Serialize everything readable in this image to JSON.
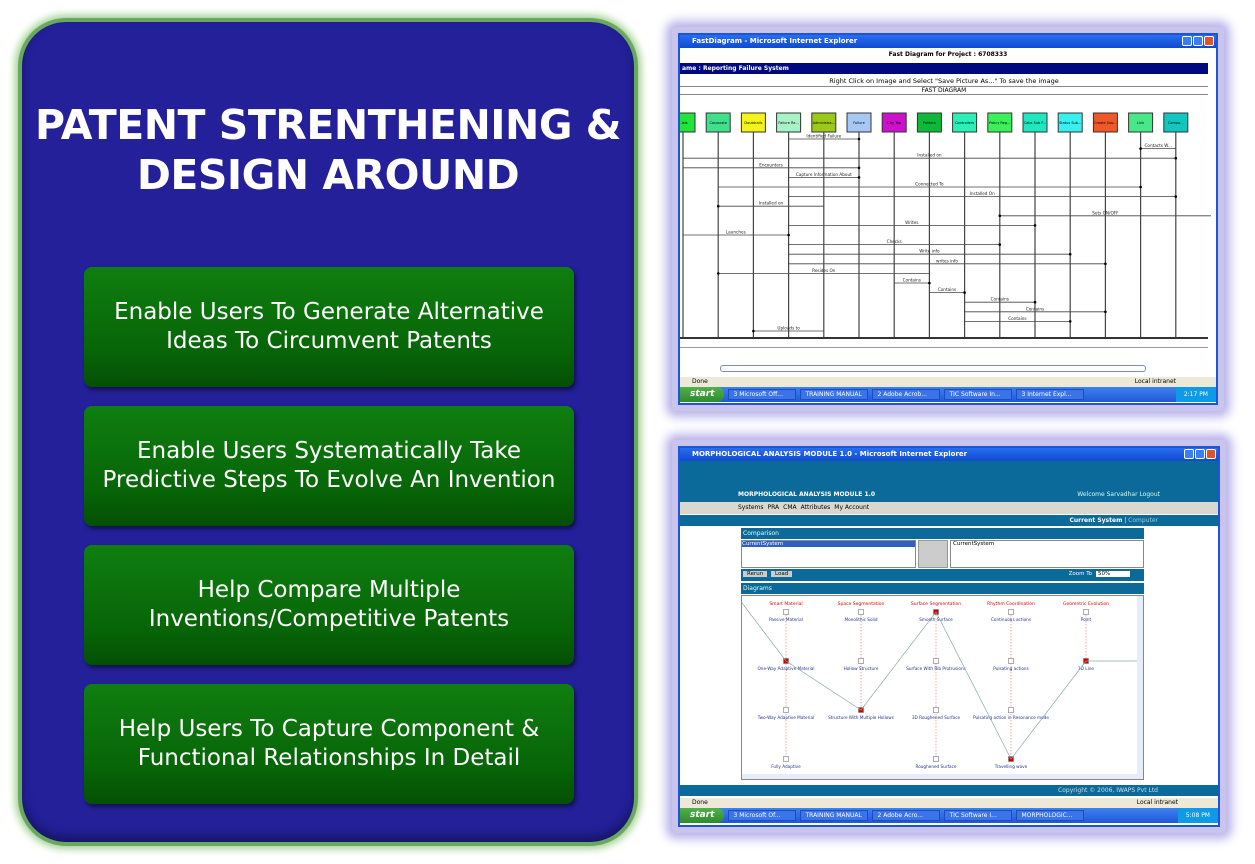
{
  "slide": {
    "title": "PATENT STRENTHENING & DESIGN AROUND",
    "points": [
      "Enable Users To Generate Alternative Ideas To Circumvent Patents",
      "Enable Users Systematically Take Predictive Steps To Evolve An Invention",
      "Help Compare Multiple Inventions/Competitive  Patents",
      "Help Users To Capture Component  & Functional Relationships In Detail"
    ]
  },
  "fast_window": {
    "title": "FastDiagram - Microsoft Internet Explorer",
    "project_heading": "Fast Diagram for Project : 6708333",
    "name_bar": "ame : Reporting Failure System",
    "hint": "Right Click on Image and Select \"Save Picture As...\" To save the image",
    "diagram_label": "FAST DIAGRAM",
    "components": [
      {
        "label": "...ials",
        "color": "#22e33a"
      },
      {
        "label": "Corporate",
        "color": "#3fe08a"
      },
      {
        "label": "Doubtrails",
        "color": "#f4f41a"
      },
      {
        "label": "Failure Re...",
        "color": "#a8f2c8"
      },
      {
        "label": "Administra...",
        "color": "#9cc81a"
      },
      {
        "label": "Failure",
        "color": "#a8c8f4"
      },
      {
        "label": "City Top",
        "color": "#cc10cc"
      },
      {
        "label": "Politers",
        "color": "#10b83a"
      },
      {
        "label": "Controllers",
        "color": "#2af0b8"
      },
      {
        "label": "Policy Reg...",
        "color": "#3cf05a"
      },
      {
        "label": "Cabs Sub F...",
        "color": "#1ee8c0"
      },
      {
        "label": "Status Sub...",
        "color": "#38f0f0"
      },
      {
        "label": "Create Sub...",
        "color": "#f0582a"
      },
      {
        "label": "Link",
        "color": "#48e888"
      },
      {
        "label": "Compo...",
        "color": "#10c8c0"
      }
    ],
    "messages": [
      {
        "label": "Identified Failure",
        "from": 3,
        "to": 5
      },
      {
        "label": "Contacts W...",
        "from": 14,
        "to": 13
      },
      {
        "label": "Installed on",
        "from": 0,
        "to": 14
      },
      {
        "label": "Encounters",
        "from": 0,
        "to": 5
      },
      {
        "label": "Capture Information About",
        "from": 3,
        "to": 5
      },
      {
        "label": "Connected To",
        "from": 1,
        "to": 13
      },
      {
        "label": "Installed On",
        "from": 3,
        "to": 14
      },
      {
        "label": "Installed on",
        "from": 4,
        "to": 1
      },
      {
        "label": "Sets ON/OFF",
        "from": 15,
        "to": 9
      },
      {
        "label": "Writes",
        "from": 3,
        "to": 10
      },
      {
        "label": "Launches",
        "from": 0,
        "to": 3
      },
      {
        "label": "Checks",
        "from": 3,
        "to": 9
      },
      {
        "label": "Write info",
        "from": 3,
        "to": 11
      },
      {
        "label": "writes info",
        "from": 3,
        "to": 12
      },
      {
        "label": "Resides On",
        "from": 7,
        "to": 1
      },
      {
        "label": "Contains",
        "from": 6,
        "to": 7
      },
      {
        "label": "Contains",
        "from": 7,
        "to": 8
      },
      {
        "label": "Contains",
        "from": 8,
        "to": 10
      },
      {
        "label": "Contains",
        "from": 8,
        "to": 12
      },
      {
        "label": "Contains",
        "from": 8,
        "to": 11
      },
      {
        "label": "Uploads to",
        "from": 4,
        "to": 2
      }
    ],
    "status_left": "Done",
    "status_right": "Local intranet",
    "taskbar": {
      "start": "start",
      "items": [
        "3 Microsoft Off...",
        "TRAINING MANUAL",
        "2 Adobe Acrob...",
        "TIC Software In...",
        "3 Internet Expl..."
      ],
      "clock": "2:17 PM"
    }
  },
  "morph_window": {
    "title": "MORPHOLOGICAL ANALYSIS MODULE 1.0 - Microsoft Internet Explorer",
    "app_name": "MORPHOLOGICAL ANALYSIS MODULE 1.0",
    "welcome": "Welcome Sarvadhar   Logout",
    "nav": [
      "Systems",
      "PRA",
      "CMA",
      "Attributes",
      "My Account"
    ],
    "current_system": "Current System",
    "current_system_value": "Computer",
    "comparison_label": "Comparison",
    "left_list": [
      "CurrentSystem"
    ],
    "right_list": [
      "CurrentSystem"
    ],
    "buttons": [
      "Rerun",
      "Load"
    ],
    "zoom_label": "Zoom To",
    "zoom_value": "50%",
    "diagram_label": "Diagrams",
    "columns": [
      {
        "header": "Smart Material",
        "options": [
          "Passive Material",
          "One-Way Adaptive Material",
          "Two-Way Adaptive Material",
          "Fully Adaptive"
        ],
        "selected": 1
      },
      {
        "header": "Space Segmentation",
        "options": [
          "Monolithic Solid",
          "Hollow Structure",
          "Structure With Multiple Hollows"
        ],
        "selected": 2
      },
      {
        "header": "Surface Segmentation",
        "options": [
          "Smooth Surface",
          "Surface With Rib Protrusions",
          "3D Roughened Surface",
          "Roughened Surface"
        ],
        "selected": 0
      },
      {
        "header": "Rhythm Coordination",
        "options": [
          "Continuous actions",
          "Pulsating actions",
          "Pulsating action in Resonance mode",
          "Travelling wave"
        ],
        "selected": 3
      },
      {
        "header": "Geometric Evolution",
        "options": [
          "Point",
          "1D Line"
        ],
        "selected": 1
      }
    ],
    "copyright": "Copyright © 2006, IWAPS Pvt Ltd",
    "status_left": "Done",
    "status_right": "Local intranet",
    "taskbar": {
      "start": "start",
      "items": [
        "3 Microsoft Of...",
        "TRAINING MANUAL",
        "2 Adobe Acro...",
        "TIC Software I...",
        "MORPHOLOGIC..."
      ],
      "clock": "5:08 PM"
    }
  }
}
